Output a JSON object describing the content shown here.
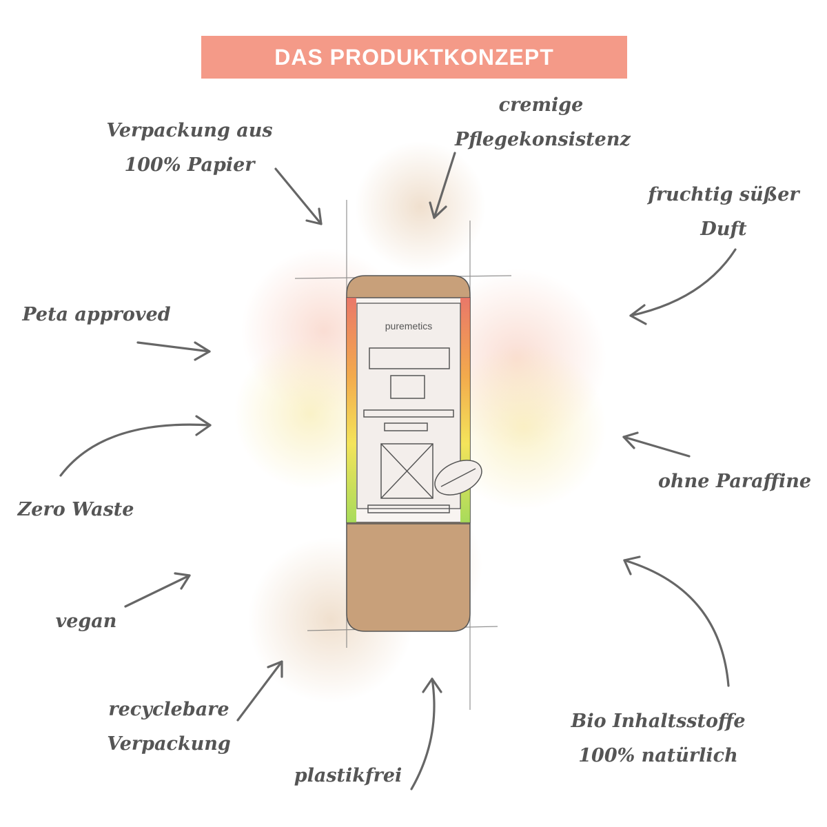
{
  "title": "DAS PRODUKTKONZEPT",
  "brand": "puremetics",
  "colors": {
    "banner": "#f49a88",
    "text": "#555555",
    "packaging": "#c8a07a",
    "label_bg": "#f8f4f1"
  },
  "labels": {
    "paper_pkg": [
      "Verpackung aus",
      "100% Papier"
    ],
    "creamy": [
      "cremige",
      "Pflegekonsistenz"
    ],
    "fruity": [
      "fruchtig süßer",
      "Duft"
    ],
    "peta": "Peta approved",
    "zero_waste": "Zero Waste",
    "paraffin": "ohne Paraffine",
    "vegan": "vegan",
    "recyclable": [
      "recyclebare",
      "Verpackung"
    ],
    "plastic_free": "plastikfrei",
    "bio": [
      "Bio Inhaltsstoffe",
      "100% natürlich"
    ]
  }
}
